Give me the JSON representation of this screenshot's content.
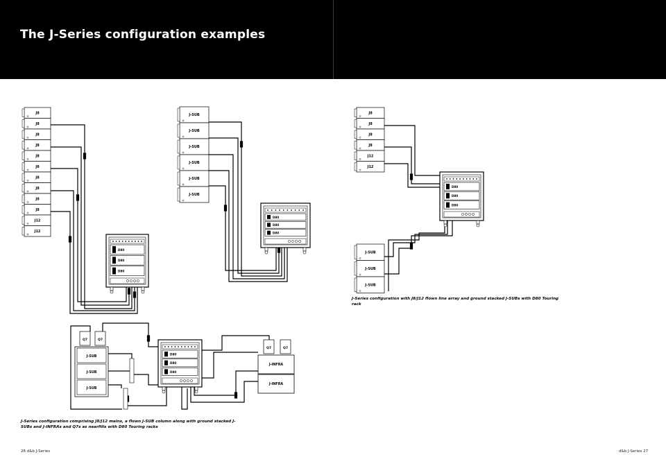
{
  "page": {
    "title": "The J-Series configuration examples",
    "footer_left": "26  d&b J-Series",
    "footer_right": "d&b J-Series  27"
  },
  "captions": {
    "right_top": "J-Series configuration with J8/J12 flown line array and ground stacked J-SUBs with D80 Touring rack",
    "bottom_left": "J-Series configuration comprising J8/J12 mains, a flown J-SUB column along with ground stacked J-SUBs and J-INFRAs and Q7s as nearfills with D80 Touring racks"
  },
  "diagrams": {
    "array1_labels": [
      "J8",
      "J8",
      "J8",
      "J8",
      "J8",
      "J8",
      "J8",
      "J8",
      "J8",
      "J8",
      "J12",
      "J12"
    ],
    "sub_column_labels": [
      "J-SUB",
      "J-SUB",
      "J-SUB",
      "J-SUB",
      "J-SUB",
      "J-SUB"
    ],
    "rack_amps": [
      "D80",
      "D80",
      "D80"
    ],
    "array2_labels": [
      "J8",
      "J8",
      "J8",
      "J8",
      "J12",
      "J12"
    ],
    "sub_stack_labels": [
      "J-SUB",
      "J-SUB",
      "J-SUB"
    ],
    "q7_label": "Q7",
    "infra_label": "J-INFRA"
  },
  "colors": {
    "header_bg": "#000000",
    "header_text": "#ffffff",
    "line": "#000000"
  }
}
